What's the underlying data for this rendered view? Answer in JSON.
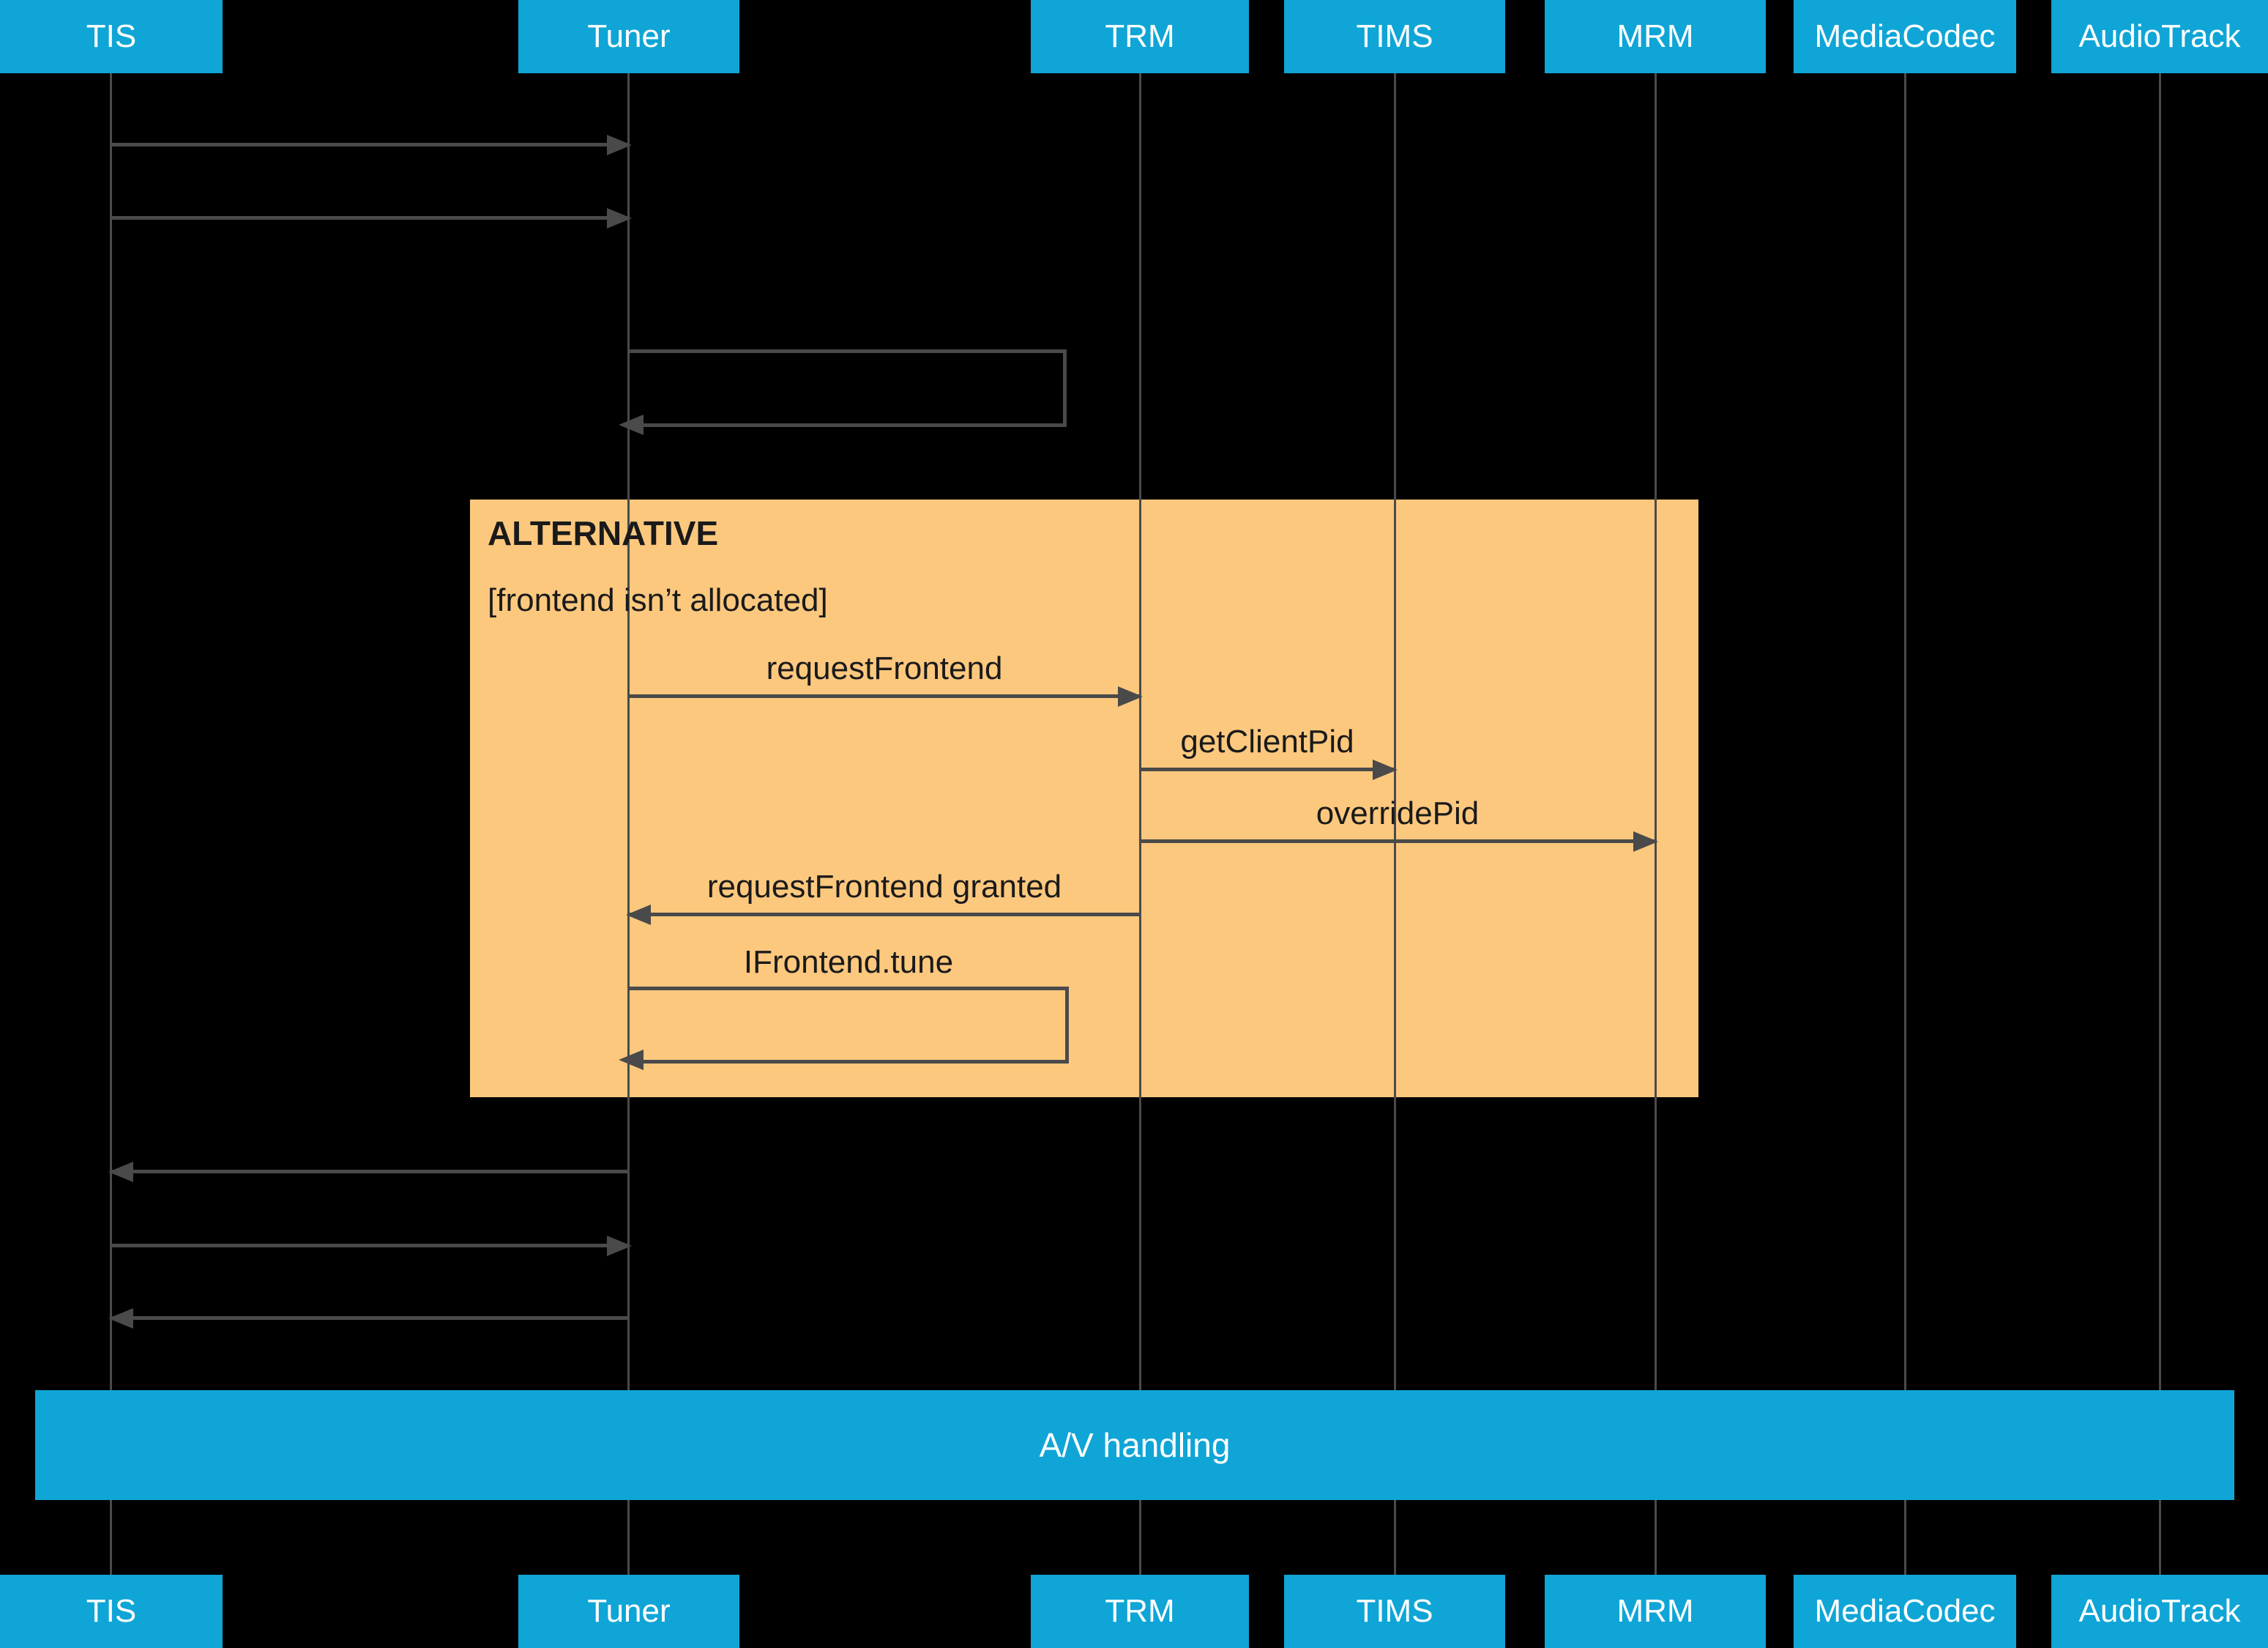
{
  "diagram": {
    "type": "sequence",
    "participants": [
      {
        "label": "TIS"
      },
      {
        "label": "Tuner"
      },
      {
        "label": "TRM"
      },
      {
        "label": "TIMS"
      },
      {
        "label": "MRM"
      },
      {
        "label": "MediaCodec"
      },
      {
        "label": "AudioTrack"
      }
    ],
    "alt_block": {
      "title": "ALTERNATIVE",
      "guard": "[frontend isn’t allocated]"
    },
    "messages": [
      {
        "from": "TIS",
        "to": "Tuner",
        "label": "",
        "direction": "right"
      },
      {
        "from": "TIS",
        "to": "Tuner",
        "label": "",
        "direction": "right"
      },
      {
        "from": "Tuner",
        "to": "Tuner",
        "label": "",
        "type": "self"
      },
      {
        "from": "Tuner",
        "to": "TRM",
        "label": "requestFrontend",
        "direction": "right",
        "in_alt": true
      },
      {
        "from": "TRM",
        "to": "TIMS",
        "label": "getClientPid",
        "direction": "right",
        "in_alt": true
      },
      {
        "from": "TRM",
        "to": "MRM",
        "label": "overridePid",
        "direction": "right",
        "in_alt": true
      },
      {
        "from": "TRM",
        "to": "Tuner",
        "label": "requestFrontend granted",
        "direction": "left",
        "in_alt": true
      },
      {
        "from": "Tuner",
        "to": "Tuner",
        "label": "IFrontend.tune",
        "type": "self",
        "in_alt": true
      },
      {
        "from": "Tuner",
        "to": "TIS",
        "label": "",
        "direction": "left"
      },
      {
        "from": "TIS",
        "to": "Tuner",
        "label": "",
        "direction": "right"
      },
      {
        "from": "Tuner",
        "to": "TIS",
        "label": "",
        "direction": "left"
      }
    ],
    "band": {
      "label": "A/V handling"
    },
    "colors": {
      "background": "#000000",
      "participant_fill": "#0FA5D6",
      "participant_text": "#FFFFFF",
      "alt_fill": "#FCC87E",
      "line": "#4A4A4A",
      "message_text": "#1A1A1A"
    }
  }
}
